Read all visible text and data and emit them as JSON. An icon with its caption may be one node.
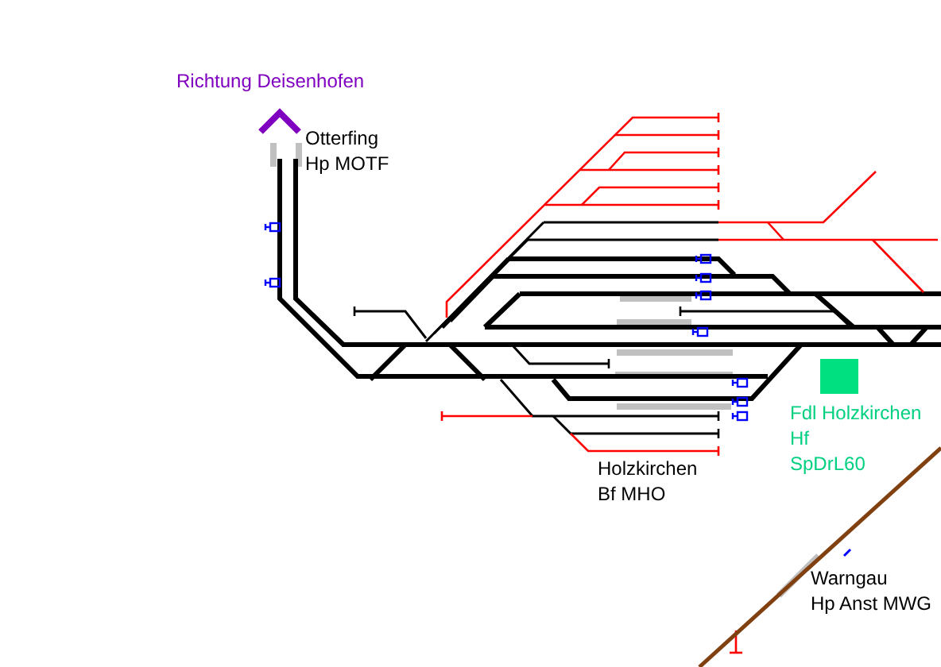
{
  "diagram": {
    "labels": [
      "Richtung Deisenhofen",
      "Otterfing",
      "Hp MOTF",
      "Holzkirchen",
      "Bf MHO",
      "Fdl Holzkirchen",
      "Hf",
      "SpDrL60",
      "Warngau",
      "Hp Anst MWG"
    ]
  }
}
